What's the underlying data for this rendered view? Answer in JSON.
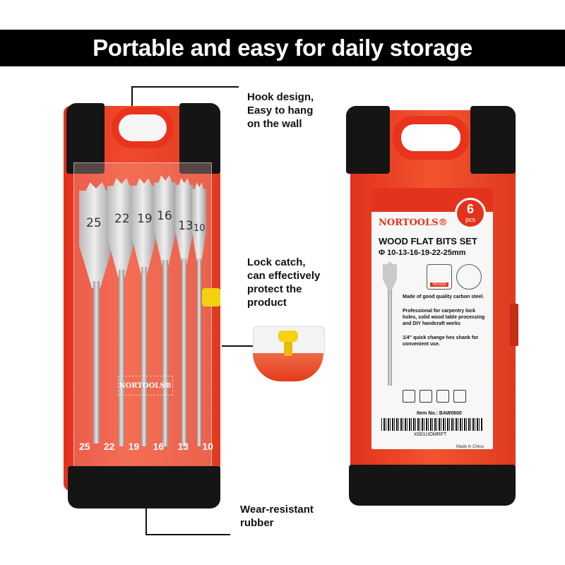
{
  "banner": {
    "title": "Portable and easy for daily storage"
  },
  "callouts": {
    "hook": "Hook design,\nEasy to hang\non the wall",
    "lock": "Lock catch,\ncan effectively\nprotect the\nproduct",
    "rubber": "Wear-resistant\nrubber"
  },
  "front_case": {
    "bit_sizes": [
      "25",
      "22",
      "19",
      "16",
      "13",
      "10"
    ],
    "logo": "NORTOOLS®"
  },
  "back_label": {
    "brand": "NORTOOLS®",
    "pcs_count": "6",
    "pcs_unit": "pcs",
    "product_title": "WOOD FLAT BITS SET",
    "product_sizes": "Φ 10-13-16-19-22-25mm",
    "cert_label": "WOOD",
    "features": [
      "Made of good quality carbon steel.",
      "Professional for carpentry lock holes, solid wood table processing and DIY handcraft works",
      "1/4\" quick change hex shank for convenient use."
    ],
    "item_no": "Item No.: BAW0600",
    "barcode_text": "X001UOMRFT",
    "made_in": "Made in China"
  },
  "colors": {
    "case_red": "#e8331d",
    "rubber_black": "#151515",
    "latch_yellow": "#f4d10f"
  }
}
